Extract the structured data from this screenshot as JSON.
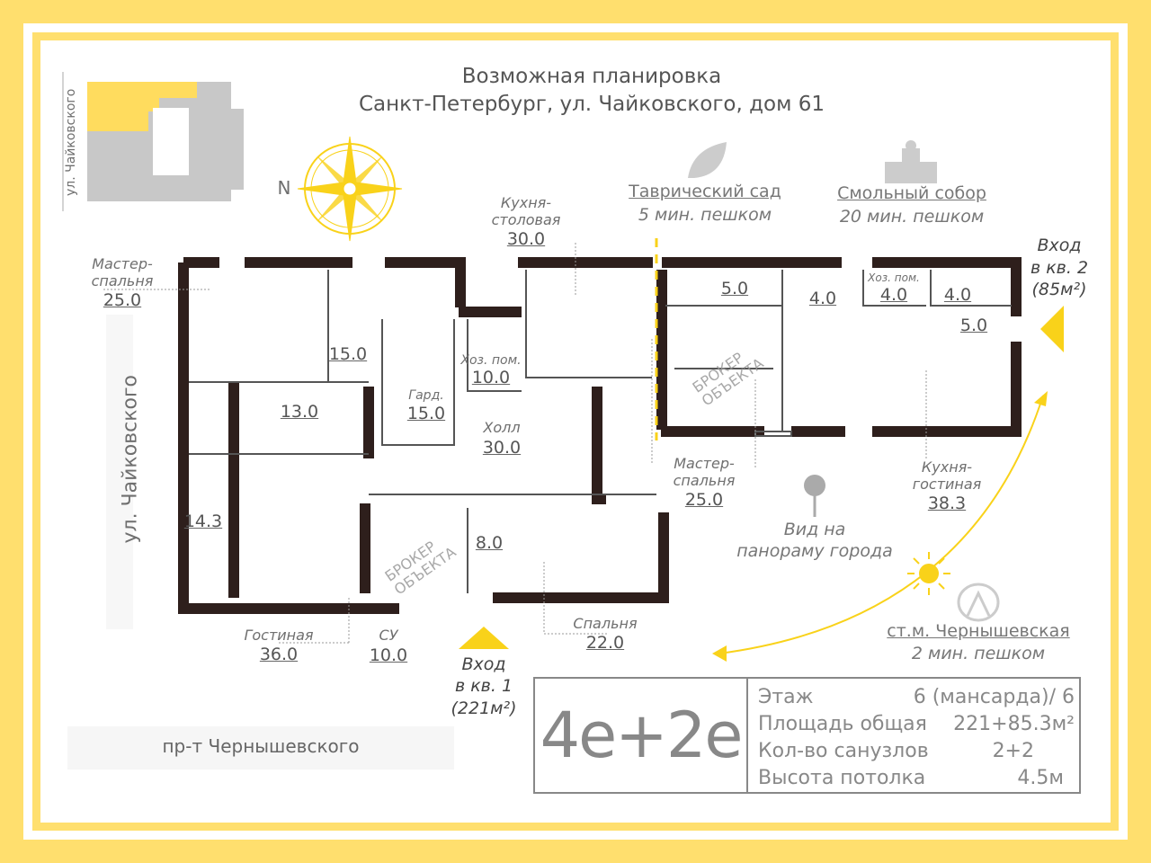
{
  "title": {
    "line1": "Возможная планировка",
    "line2": "Санкт-Петербург, ул. Чайковского, дом 61"
  },
  "compass": {
    "north": "N"
  },
  "streets": {
    "top_small": "ул. Чайковского",
    "left": "ул. Чайковского",
    "bottom": "пр-т Чернышевского"
  },
  "poi": {
    "garden": {
      "name": "Таврический сад",
      "time": "5 мин. пешком",
      "icon": "leaf-icon"
    },
    "cathedral": {
      "name": "Смольный собор",
      "time": "20 мин. пешком",
      "icon": "cathedral-icon"
    },
    "view": {
      "line1": "Вид на",
      "line2": "панораму города",
      "icon": "pin-icon"
    },
    "metro": {
      "name": "ст.м. Чернышевская",
      "time": "2 мин. пешком",
      "icon": "metro-icon"
    }
  },
  "apt1": {
    "rooms": [
      {
        "name1": "Мастер-",
        "name2": "спальня",
        "area": "25.0"
      },
      {
        "area": "15.0"
      },
      {
        "area": "13.0"
      },
      {
        "name1": "Хоз. пом.",
        "area": "10.0"
      },
      {
        "name1": "Гард.",
        "area": "15.0"
      },
      {
        "name1": "Кухня-",
        "name2": "столовая",
        "area": "30.0"
      },
      {
        "name1": "Холл",
        "area": "30.0"
      },
      {
        "area": "14.3"
      },
      {
        "area": "8.0"
      },
      {
        "name1": "Гостиная",
        "area": "36.0"
      },
      {
        "name1": "СУ",
        "area": "10.0"
      },
      {
        "name1": "Спальня",
        "area": "22.0"
      }
    ],
    "entrance": {
      "line1": "Вход",
      "line2": "в кв. 1",
      "line3": "(221м²)"
    }
  },
  "apt2": {
    "rooms": [
      {
        "area": "5.0"
      },
      {
        "area": "4.0"
      },
      {
        "name1": "Хоз. пом.",
        "area": "4.0"
      },
      {
        "area": "4.0"
      },
      {
        "area": "5.0"
      },
      {
        "name1": "Мастер-",
        "name2": "спальня",
        "area": "25.0"
      },
      {
        "name1": "Кухня-",
        "name2": "гостиная",
        "area": "38.3"
      }
    ],
    "entrance": {
      "line1": "Вход",
      "line2": "в кв. 2",
      "line3": "(85м²)"
    }
  },
  "watermark": {
    "line1": "БРОКЕР",
    "line2": "ОБЪЕКТА"
  },
  "info": {
    "type": "4е+2е",
    "rows": [
      {
        "label": "Этаж",
        "value": "6 (мансарда)/ 6"
      },
      {
        "label": "Площадь общая",
        "value": "221+85.3м²"
      },
      {
        "label": "Кол-во санузлов",
        "value": "2+2"
      },
      {
        "label": "Высота потолка",
        "value": "4.5м"
      }
    ]
  },
  "colors": {
    "frame": "#FFDF6E",
    "accent": "#F9D21A",
    "wall": "#2E1F1C",
    "text": "#6f6f6f"
  }
}
